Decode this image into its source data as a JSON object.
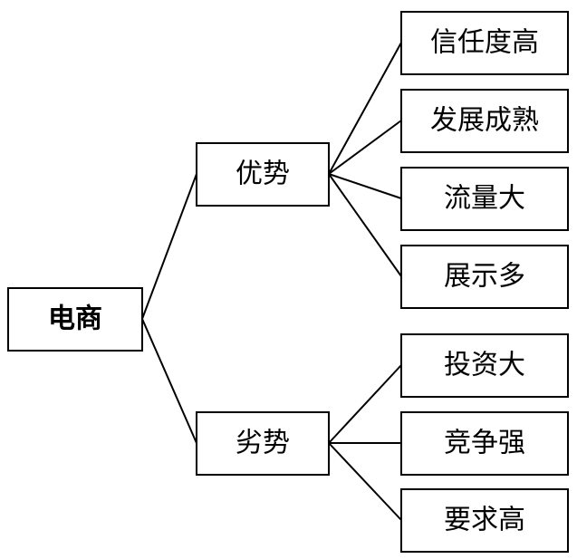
{
  "root": {
    "label": "电商"
  },
  "branches": [
    {
      "label": "优势",
      "children": [
        "信任度高",
        "发展成熟",
        "流量大",
        "展示多"
      ]
    },
    {
      "label": "劣势",
      "children": [
        "投资大",
        "竞争强",
        "要求高"
      ]
    }
  ]
}
